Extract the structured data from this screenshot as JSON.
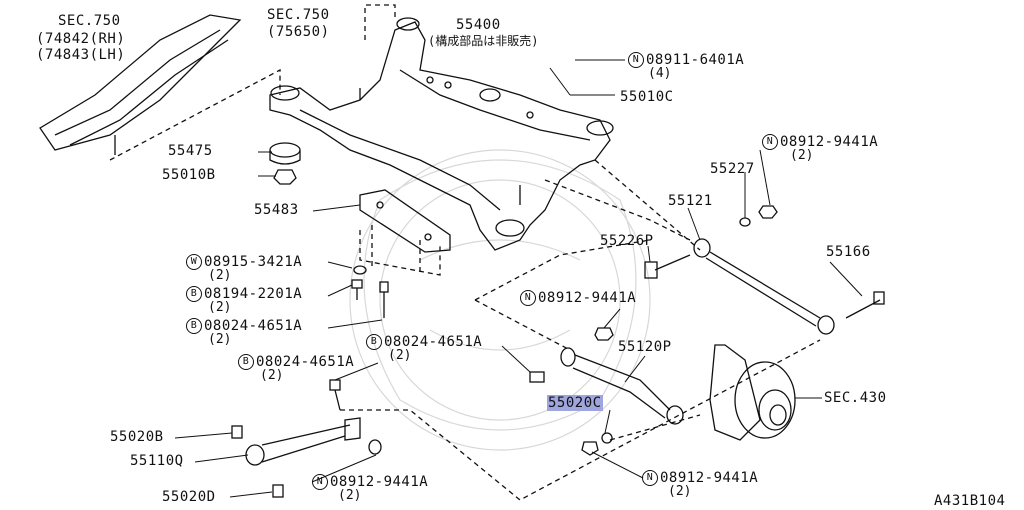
{
  "diagram_id": "A431B104",
  "labels": {
    "sec750_a": "SEC.750",
    "p74842": "(74842(RH)",
    "p74843": "(74843(LH)",
    "sec750_b": "SEC.750",
    "p75650": "(75650)",
    "p55400": "55400",
    "p55400_note": "(構成部品は非販売)",
    "n08911": "08911-6401A",
    "n08911_qty": "(4)",
    "p55010C": "55010C",
    "n08912_a": "08912-9441A",
    "n08912_a_qty": "(2)",
    "p55475": "55475",
    "p55010B": "55010B",
    "p55227": "55227",
    "p55121": "55121",
    "p55483": "55483",
    "p55226P": "55226P",
    "p55166": "55166",
    "w08915": "08915-3421A",
    "w08915_qty": "(2)",
    "n08912_b": "08912-9441A",
    "b08194": "08194-2201A",
    "b08194_qty": "(2)",
    "b08024_a": "08024-4651A",
    "b08024_a_qty": "(2)",
    "b08024_b": "08024-4651A",
    "b08024_b_qty": "(2)",
    "b08024_c": "08024-4651A",
    "b08024_c_qty": "(2)",
    "p55120P": "55120P",
    "p55020C": "55020C",
    "sec430": "SEC.430",
    "p55020B": "55020B",
    "p55110Q": "55110Q",
    "n08912_c": "08912-9441A",
    "n08912_c_qty": "(2)",
    "n08912_d": "08912-9441A",
    "n08912_d_qty": "(2)",
    "p55020D": "55020D"
  },
  "circle_letters": {
    "n": "N",
    "w": "W",
    "b": "B"
  },
  "highlight_color": "#9fa6de"
}
